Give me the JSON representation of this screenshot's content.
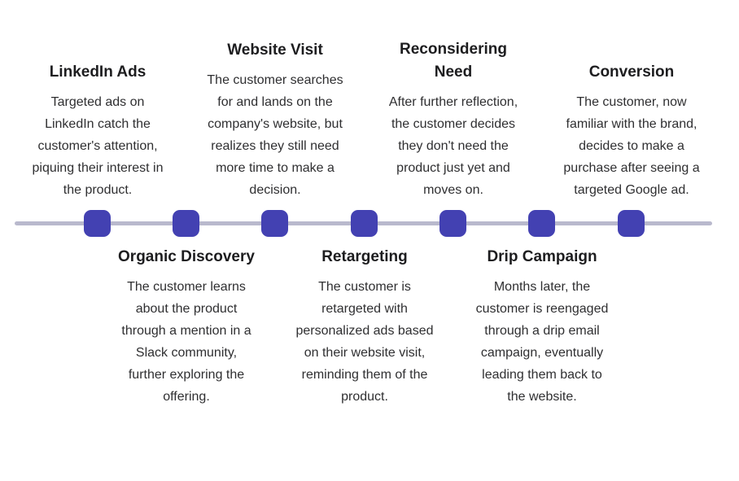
{
  "diagram": {
    "type": "timeline",
    "orientation": "horizontal",
    "colors": {
      "marker": "#4341B2",
      "line": "#B9B9CD",
      "heading_text": "#1D1D1F",
      "body_text": "#2F2F31",
      "background": "#FFFFFF"
    },
    "steps": [
      {
        "title": "LinkedIn Ads",
        "side": "above",
        "description": "Targeted ads on LinkedIn catch the customer's attention, piquing their interest in the product."
      },
      {
        "title": "Organic Discovery",
        "side": "below",
        "description": "The customer learns about the product through a mention in a Slack community, further exploring the offering."
      },
      {
        "title": "Website Visit",
        "side": "above",
        "description": "The customer searches for and lands on the company's website, but realizes they still need more time to make a decision."
      },
      {
        "title": "Retargeting",
        "side": "below",
        "description": "The customer is retargeted with personalized ads based on their website visit, reminding them of the product."
      },
      {
        "title": "Reconsidering Need",
        "side": "above",
        "description": "After further reflection, the customer decides they don't need the product just yet and moves on."
      },
      {
        "title": "Drip Campaign",
        "side": "below",
        "description": "Months later, the customer is reengaged through a drip email campaign, eventually leading them back to the website."
      },
      {
        "title": "Conversion",
        "side": "above",
        "description": "The customer, now familiar with the brand, decides to make a purchase after seeing a targeted Google ad."
      }
    ]
  }
}
